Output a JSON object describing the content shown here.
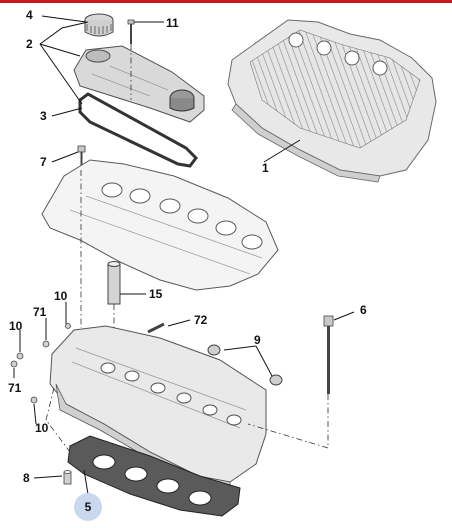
{
  "colors": {
    "accent_rule": "#c8171e",
    "highlight_badge": "#c9d8ef",
    "line": "#111111",
    "part_fill": "#ececec",
    "part_fill_dark": "#d4d4d4",
    "part_stroke": "#6a6a6a"
  },
  "callouts": {
    "c4": "4",
    "c2": "2",
    "c11": "11",
    "c3": "3",
    "c7": "7",
    "c1": "1",
    "c15": "15",
    "c10a": "10",
    "c71a": "71",
    "c10b": "10",
    "c72": "72",
    "c6": "6",
    "c9": "9",
    "c71b": "71",
    "c10c": "10",
    "c8": "8",
    "c5": "5"
  },
  "highlighted_callout": "5"
}
